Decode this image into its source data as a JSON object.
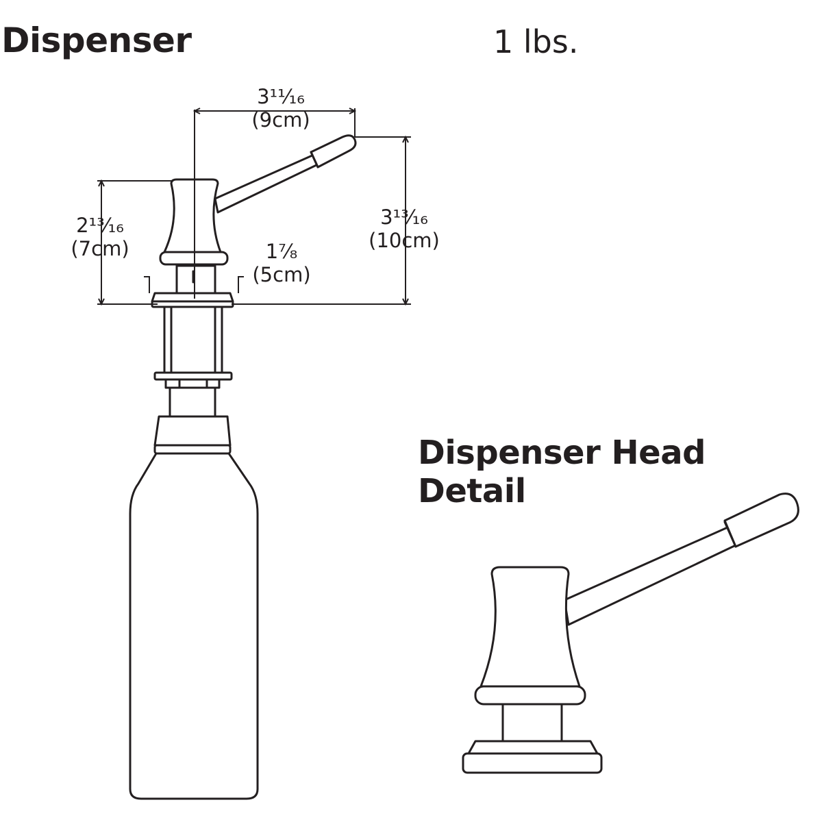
{
  "titles": {
    "main": "Dispenser",
    "weight": "1 lbs.",
    "detail": "Dispenser Head Detail"
  },
  "dimensions": {
    "width": {
      "imperial": "3¹¹⁄₁₆",
      "metric": "(9cm)"
    },
    "height_left": {
      "imperial": "2¹³⁄₁₆",
      "metric": "(7cm)"
    },
    "height_right": {
      "imperial": "3¹³⁄₁₆",
      "metric": "(10cm)"
    },
    "base": {
      "imperial": "1⁷⁄₈",
      "metric": "(5cm)"
    }
  },
  "colors": {
    "line": "#231f20",
    "background": "#ffffff"
  }
}
